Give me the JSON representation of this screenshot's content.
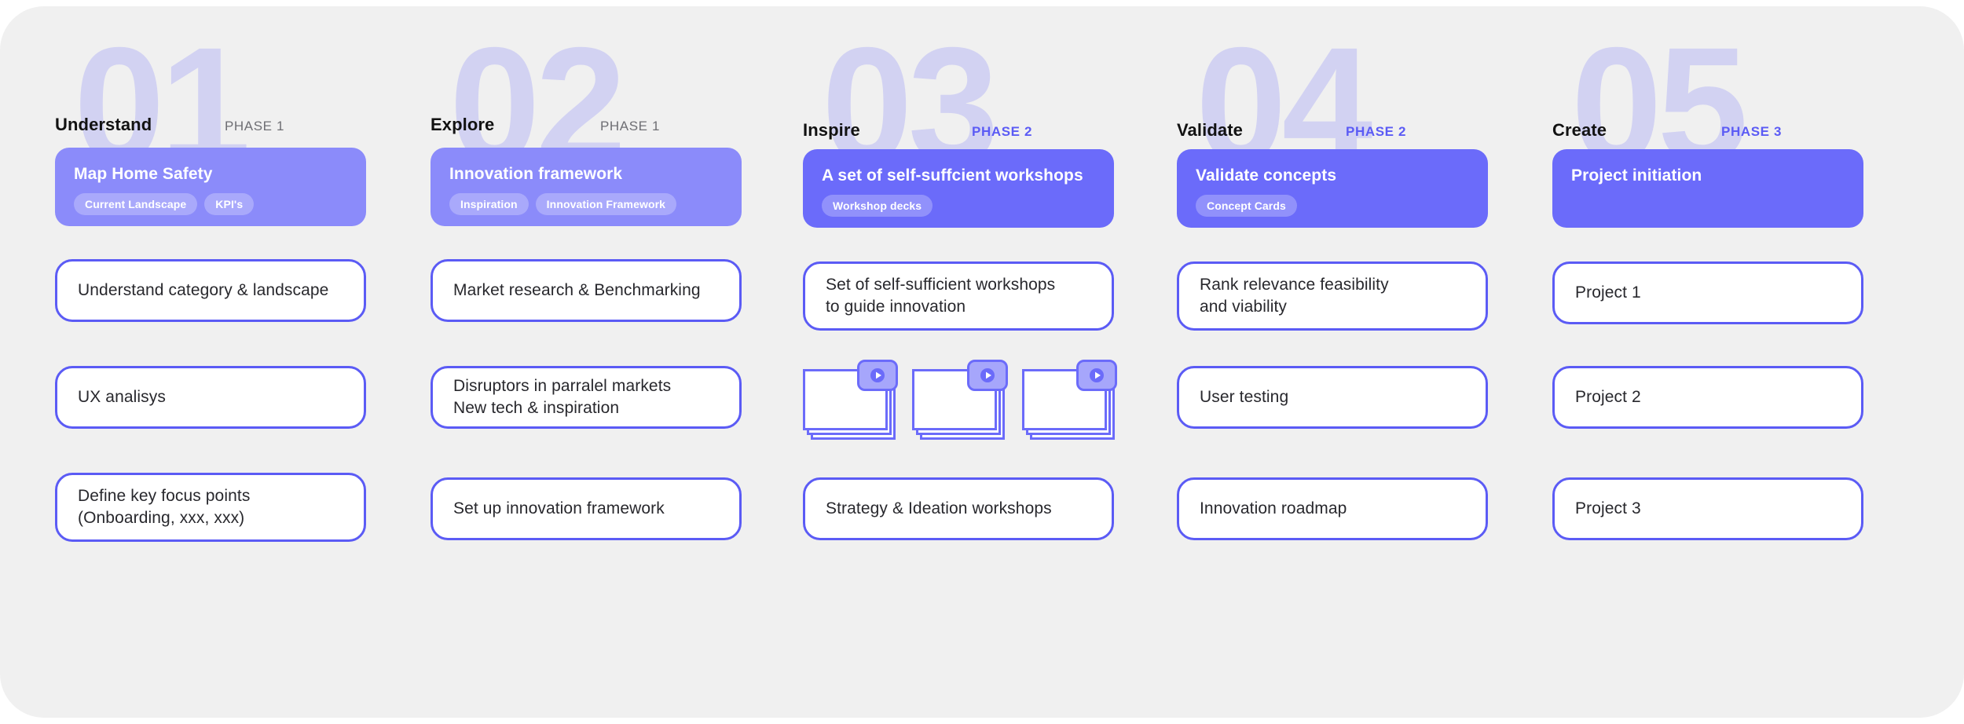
{
  "theme": {
    "page_background": "#ffffff",
    "canvas_background": "#f0f0f0",
    "accent": "#5b5bf5",
    "card_tone_light": "#8b8bfa",
    "card_tone_solid": "#6b6bfa",
    "numeral_watermark": "#d2d2f2",
    "body_text": "#28282d",
    "muted_text": "#6e6e73"
  },
  "columns": [
    {
      "numeral": "01",
      "title": "Understand",
      "phase": "PHASE 1",
      "phase_accent": false,
      "tone": "light",
      "summary": {
        "title": "Map Home Safety",
        "tags": [
          "Current Landscape",
          "KPI's"
        ]
      },
      "items": [
        {
          "type": "text",
          "lines": [
            "Understand category & landscape"
          ]
        },
        {
          "type": "text",
          "lines": [
            "UX analisys"
          ]
        },
        {
          "type": "text",
          "lines": [
            "Define key focus points",
            "(Onboarding, xxx, xxx)"
          ]
        }
      ]
    },
    {
      "numeral": "02",
      "title": "Explore",
      "phase": "PHASE 1",
      "phase_accent": false,
      "tone": "light",
      "summary": {
        "title": "Innovation framework",
        "tags": [
          "Inspiration",
          "Innovation Framework"
        ]
      },
      "items": [
        {
          "type": "text",
          "lines": [
            "Market research & Benchmarking"
          ]
        },
        {
          "type": "text",
          "lines": [
            "Disruptors in parralel markets",
            "New tech & inspiration"
          ]
        },
        {
          "type": "text",
          "lines": [
            "Set up innovation framework"
          ]
        }
      ]
    },
    {
      "numeral": "03",
      "title": "Inspire",
      "phase": "PHASE 2",
      "phase_accent": true,
      "tone": "solid",
      "summary": {
        "title": "A set of self-suffcient workshops",
        "tags": [
          "Workshop decks"
        ]
      },
      "items": [
        {
          "type": "text",
          "lines": [
            "Set of self-sufficient workshops",
            "to guide innovation"
          ]
        },
        {
          "type": "decks",
          "count": 3,
          "icon": "slide-deck-play-icon"
        },
        {
          "type": "text",
          "lines": [
            "Strategy & Ideation workshops"
          ]
        }
      ]
    },
    {
      "numeral": "04",
      "title": "Validate",
      "phase": "PHASE 2",
      "phase_accent": true,
      "tone": "solid",
      "summary": {
        "title": "Validate concepts",
        "tags": [
          "Concept Cards"
        ]
      },
      "items": [
        {
          "type": "text",
          "lines": [
            "Rank relevance feasibility",
            "and viability"
          ]
        },
        {
          "type": "text",
          "lines": [
            "User testing"
          ]
        },
        {
          "type": "text",
          "lines": [
            "Innovation roadmap"
          ]
        }
      ]
    },
    {
      "numeral": "05",
      "title": "Create",
      "phase": "PHASE 3",
      "phase_accent": true,
      "tone": "solid",
      "summary": {
        "title": "Project initiation",
        "tags": []
      },
      "items": [
        {
          "type": "text",
          "lines": [
            "Project 1"
          ]
        },
        {
          "type": "text",
          "lines": [
            "Project 2"
          ]
        },
        {
          "type": "text",
          "lines": [
            "Project 3"
          ]
        }
      ]
    }
  ]
}
